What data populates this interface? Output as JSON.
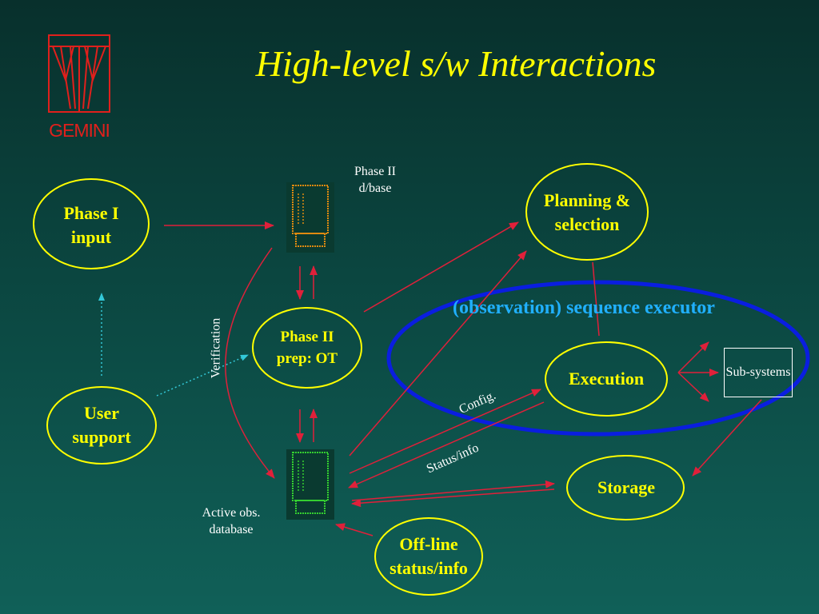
{
  "slide": {
    "title": "High-level s/w Interactions",
    "logo_text": "GEMINI"
  },
  "nodes": {
    "phase1_input": "Phase I input",
    "user_support": "User support",
    "phase2_prep": "Phase II prep: OT",
    "planning": "Planning & selection",
    "execution": "Execution",
    "storage": "Storage",
    "offline_status": "Off-line status/info",
    "subsystems": "Sub-systems"
  },
  "labels": {
    "phase2_dbase": "Phase II d/base",
    "active_obs_db": "Active obs. database",
    "verification": "Verification",
    "config": "Config.",
    "status_info": "Status/info",
    "sequence_executor": "(observation) sequence executor"
  },
  "colors": {
    "background_top": "#08302c",
    "background_bottom": "#106058",
    "node_outline": "#ffff00",
    "node_text": "#ffff00",
    "arrow": "#e0203a",
    "dotted_arrow": "#33c8d8",
    "executor_outline": "#0a1ee0",
    "executor_text": "#20b0ff",
    "logo": "#e0201c",
    "database_orange": "#e08a10",
    "database_green": "#34d030"
  }
}
